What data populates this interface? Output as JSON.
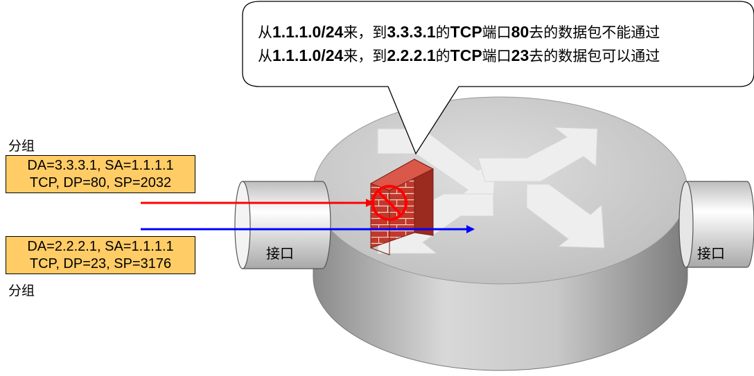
{
  "callout": {
    "line1": [
      {
        "t": "从",
        "b": false
      },
      {
        "t": "1.1.1.0/24",
        "b": true
      },
      {
        "t": "来，到",
        "b": false
      },
      {
        "t": "3.3.3.1",
        "b": true
      },
      {
        "t": "的",
        "b": false
      },
      {
        "t": "TCP",
        "b": true
      },
      {
        "t": "端口",
        "b": false
      },
      {
        "t": "80",
        "b": true
      },
      {
        "t": "去的数据包不能通过",
        "b": false
      }
    ],
    "line2": [
      {
        "t": "从",
        "b": false
      },
      {
        "t": "1.1.1.0/24",
        "b": true
      },
      {
        "t": "来，到",
        "b": false
      },
      {
        "t": "2.2.2.1",
        "b": true
      },
      {
        "t": "的",
        "b": false
      },
      {
        "t": "TCP",
        "b": true
      },
      {
        "t": "端口",
        "b": false
      },
      {
        "t": "23",
        "b": true
      },
      {
        "t": "去的数据包可以通过",
        "b": false
      }
    ]
  },
  "packet_top": {
    "label": "分组",
    "line1": "DA=3.3.3.1, SA=1.1.1.1",
    "line2": "TCP, DP=80, SP=2032"
  },
  "packet_bottom": {
    "label": "分组",
    "line1": "DA=2.2.2.1, SA=1.1.1.1",
    "line2": "TCP, DP=23, SP=3176"
  },
  "interface_left": "接口",
  "interface_right": "接口",
  "colors": {
    "blocked_arrow": "#ff0000",
    "allowed_arrow": "#0000ff",
    "packet_fill": "#ffcc66",
    "firewall": "#c0392b",
    "router_body": "#c8c8c8"
  },
  "icons": [
    "router-icon",
    "firewall-icon",
    "prohibited-icon"
  ]
}
